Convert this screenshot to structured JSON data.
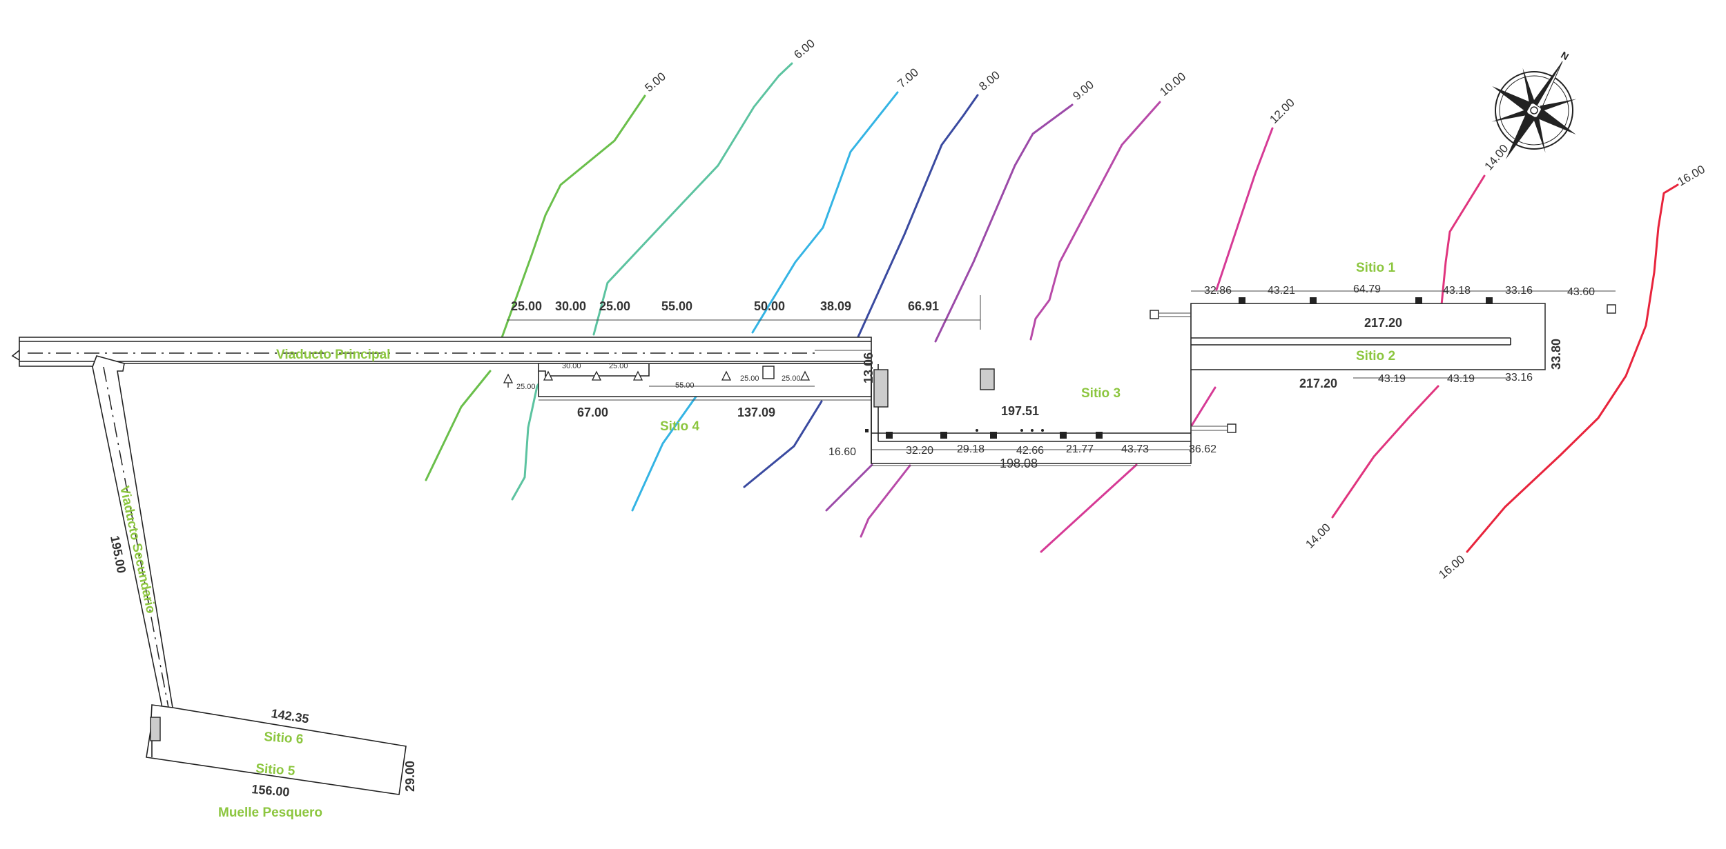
{
  "labels": {
    "viaducto_principal": "Viaducto Principal",
    "viaducto_secundario": "Viaducto Secundario",
    "sitio1": "Sitio 1",
    "sitio2": "Sitio 2",
    "sitio3": "Sitio 3",
    "sitio4": "Sitio 4",
    "sitio5": "Sitio 5",
    "sitio6": "Sitio 6",
    "muelle_pesquero": "Muelle Pesquero"
  },
  "depths": [
    "5.00",
    "6.00",
    "7.00",
    "8.00",
    "9.00",
    "10.00",
    "12.00",
    "14.00",
    "14.00",
    "16.00",
    "16.00"
  ],
  "depth_colors": {
    "d5": "#6abf4b",
    "d6": "#5cc3a0",
    "d7": "#34b4e4",
    "d8": "#3a4aa0",
    "d9": "#9b4aa8",
    "d10": "#b84aa8",
    "d12": "#d63a95",
    "d14": "#e0357e",
    "d16": "#e8243c",
    "labels_green": "#8cc63f"
  },
  "dims_top": [
    "25.00",
    "30.00",
    "25.00",
    "55.00",
    "50.00",
    "38.09",
    "66.91"
  ],
  "dims_sitio4": [
    "30.00",
    "25.00",
    "25.00",
    "55.00",
    "25.00",
    "25.00"
  ],
  "dims_sitio4_bottom": [
    "67.00",
    "137.09"
  ],
  "dim_13_06": "13.06",
  "dims_sitio3": [
    "16.60",
    "32.20",
    "29.18",
    "42.66",
    "21.77",
    "43.73",
    "36.62"
  ],
  "dim_198_08": "198.08",
  "dim_197_51": "197.51",
  "dims_sitio1": [
    "32.86",
    "43.21",
    "64.79",
    "43.18",
    "33.16",
    "43.60"
  ],
  "dim_217_20_a": "217.20",
  "dim_217_20_b": "217.20",
  "dims_sitio2": [
    "43.19",
    "43.19",
    "33.16"
  ],
  "dim_33_80": "33.80",
  "dim_195_00": "195.00",
  "dim_142_35": "142.35",
  "dim_156_00": "156.00",
  "dim_29_00": "29.00",
  "north_arrow": "N"
}
